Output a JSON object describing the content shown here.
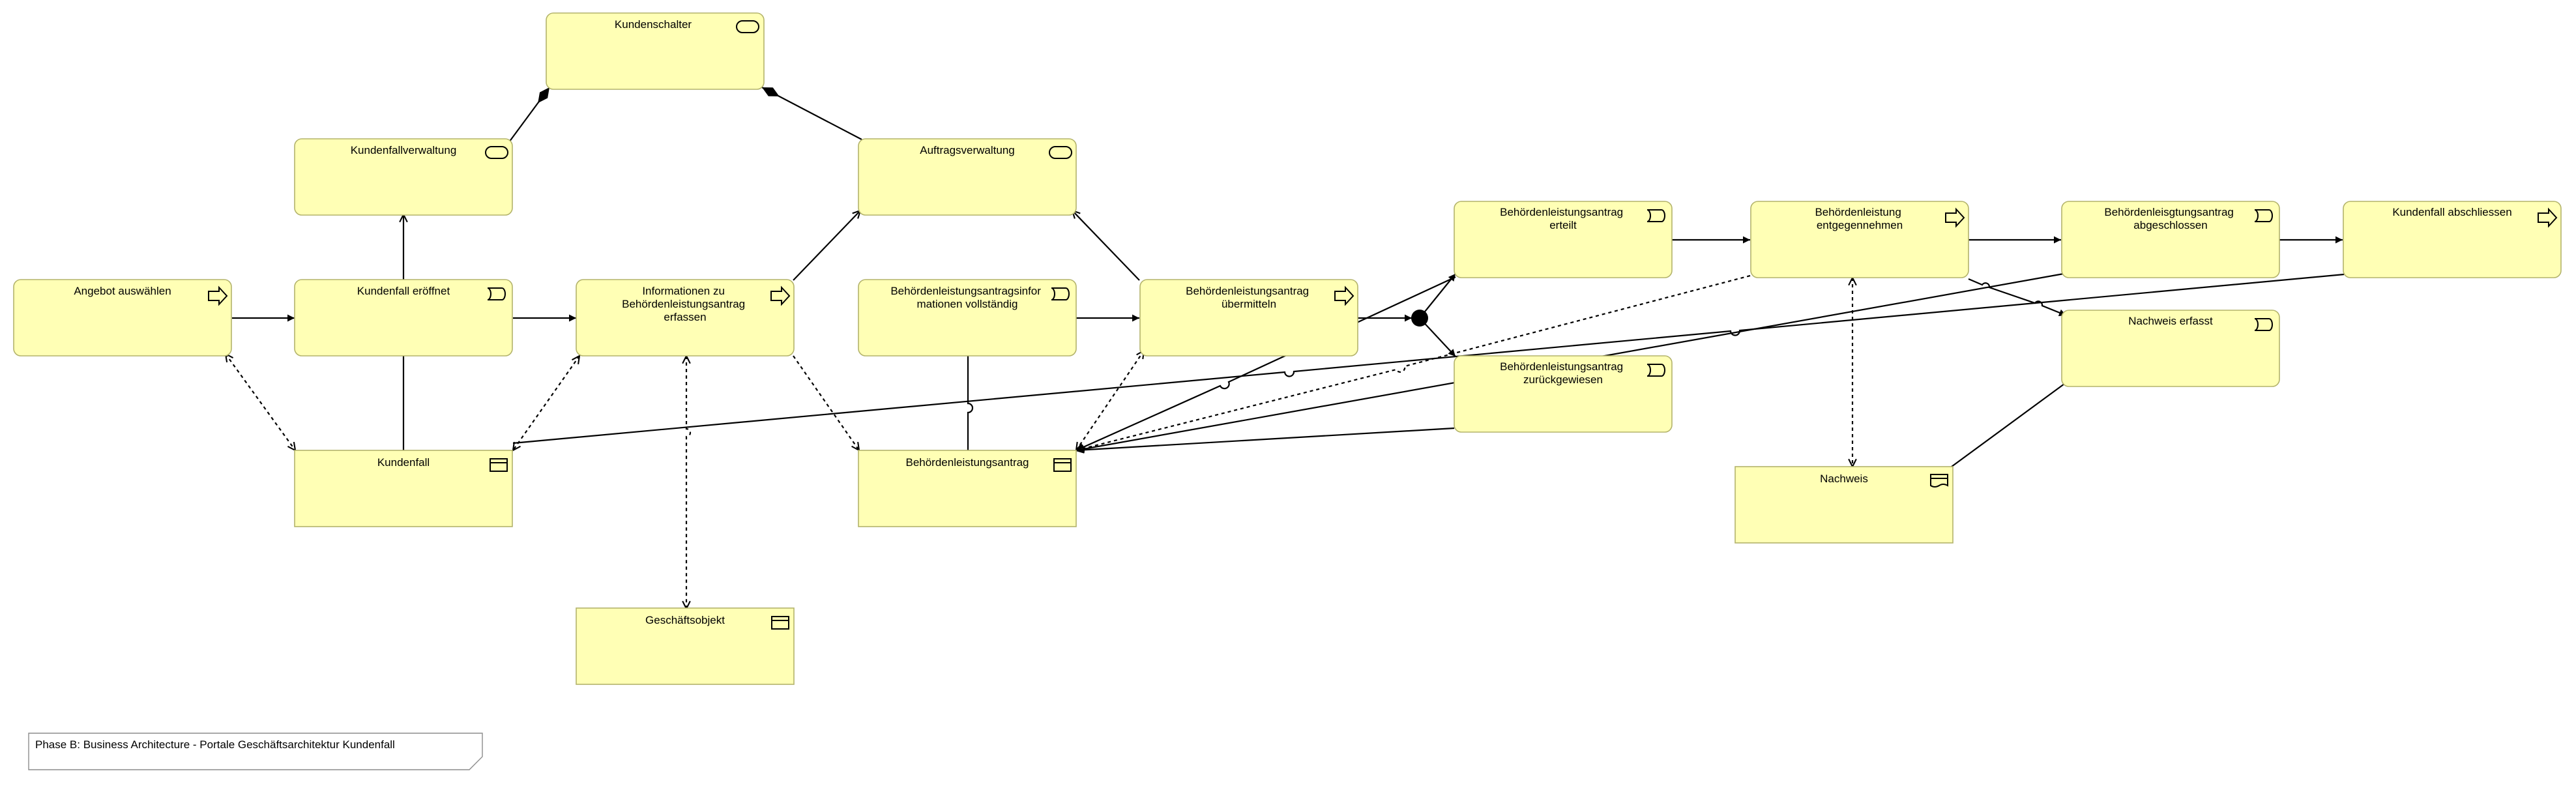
{
  "diagram": {
    "nodes": [
      {
        "id": "kundenschalter",
        "label": [
          "Kundenschalter"
        ],
        "icon": "service-icon"
      },
      {
        "id": "kundenfallverwaltung",
        "label": [
          "Kundenfallverwaltung"
        ],
        "icon": "service-icon"
      },
      {
        "id": "auftragsverwaltung",
        "label": [
          "Auftragsverwaltung"
        ],
        "icon": "service-icon"
      },
      {
        "id": "angebot",
        "label": [
          "Angebot auswählen"
        ],
        "icon": "process-icon"
      },
      {
        "id": "kundenfall_eroeffnet",
        "label": [
          "Kundenfall eröffnet"
        ],
        "icon": "event-icon"
      },
      {
        "id": "informationen",
        "label": [
          "Informationen zu",
          "Behördenleistungsantrag",
          "erfassen"
        ],
        "icon": "process-icon"
      },
      {
        "id": "antragsinfo",
        "label": [
          "Behördenleistungsantragsinfor",
          "mationen vollständig"
        ],
        "icon": "event-icon"
      },
      {
        "id": "uebermitteln",
        "label": [
          "Behördenleistungsantrag",
          "übermitteln"
        ],
        "icon": "process-icon"
      },
      {
        "id": "erteilt",
        "label": [
          "Behördenleistungsantrag",
          "erteilt"
        ],
        "icon": "event-icon"
      },
      {
        "id": "zurueckgewiesen",
        "label": [
          "Behördenleistungsantrag",
          "zurückgewiesen"
        ],
        "icon": "event-icon"
      },
      {
        "id": "entgegennehmen",
        "label": [
          "Behördenleistung",
          "entgegennehmen"
        ],
        "icon": "process-icon"
      },
      {
        "id": "abgeschlossen",
        "label": [
          "Behördenleisgtungsantrag",
          "abgeschlossen"
        ],
        "icon": "event-icon"
      },
      {
        "id": "kundenfall_abschliessen",
        "label": [
          "Kundenfall abschliessen"
        ],
        "icon": "process-icon"
      },
      {
        "id": "nachweis_erfasst",
        "label": [
          "Nachweis erfasst"
        ],
        "icon": "event-icon"
      },
      {
        "id": "kundenfall",
        "label": [
          "Kundenfall"
        ],
        "icon": "business-object-icon"
      },
      {
        "id": "antrag_objekt",
        "label": [
          "Behördenleistungsantrag"
        ],
        "icon": "business-object-icon"
      },
      {
        "id": "nachweis",
        "label": [
          "Nachweis"
        ],
        "icon": "representation-icon"
      },
      {
        "id": "geschaeftsobjekt",
        "label": [
          "Geschäftsobjekt"
        ],
        "icon": "business-object-icon"
      }
    ],
    "note": "Phase B: Business Architecture - Portale Geschäftsarchitektur Kundenfall"
  }
}
